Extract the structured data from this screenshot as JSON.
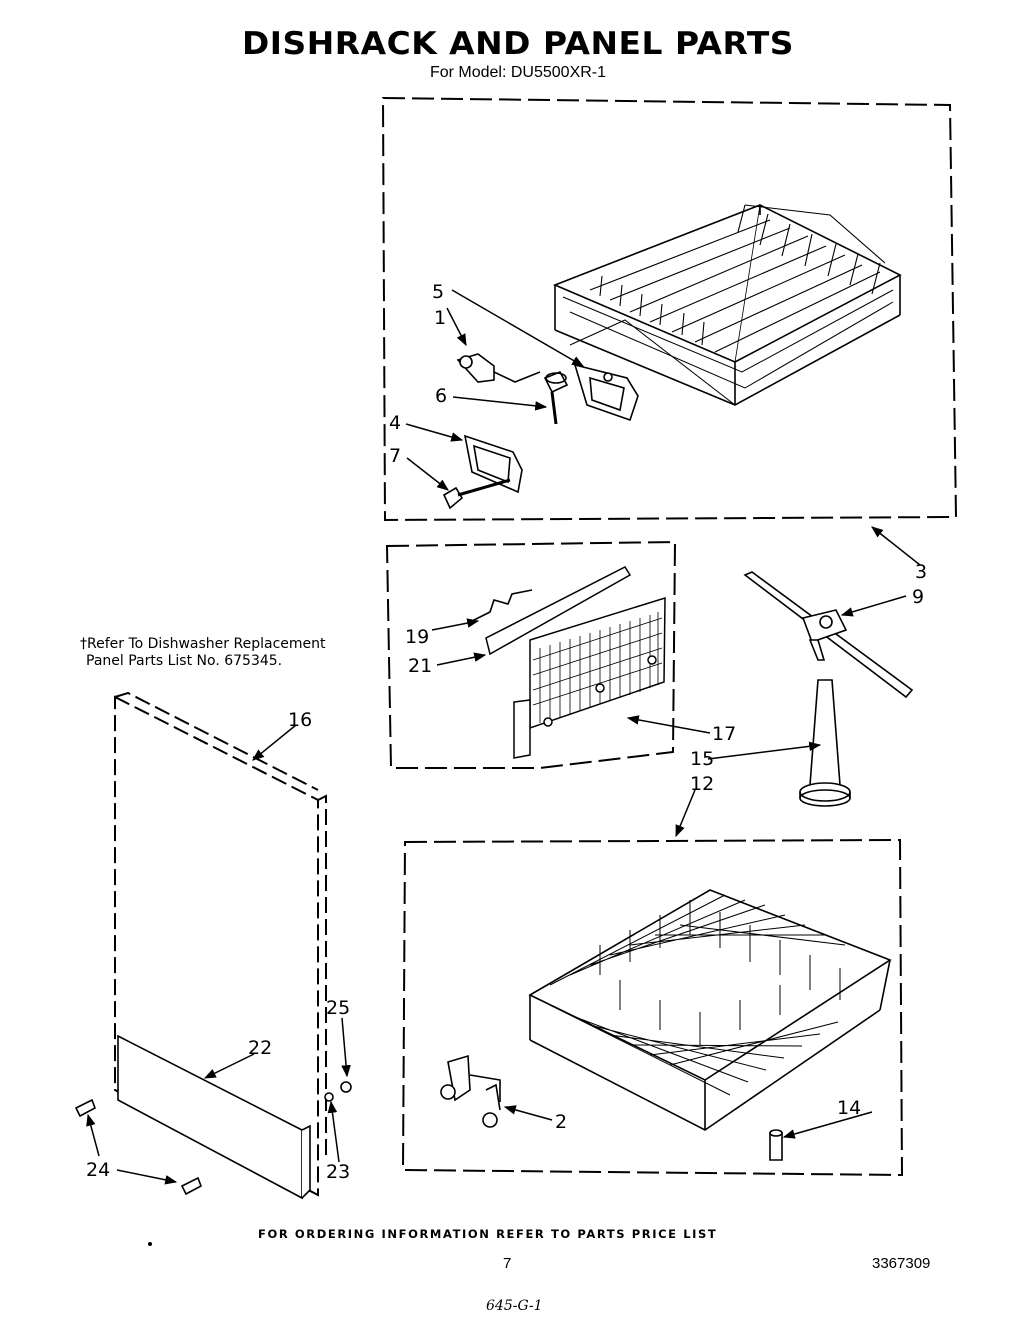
{
  "title": "DISHRACK AND PANEL PARTS",
  "subtitle": "For Model: DU5500XR-1",
  "note": {
    "line1": "†Refer To Dishwasher Replacement",
    "line2": "Panel Parts List No. 675345."
  },
  "callouts": {
    "c1": "1",
    "c2": "2",
    "c3": "3",
    "c4": "4",
    "c5": "5",
    "c6": "6",
    "c7": "7",
    "c9": "9",
    "c12": "12",
    "c14": "14",
    "c15": "15",
    "c16": "16",
    "c17": "17",
    "c19": "19",
    "c21": "21",
    "c22": "22",
    "c23": "23",
    "c24": "24",
    "c25": "25"
  },
  "footer": "FOR ORDERING INFORMATION REFER TO PARTS PRICE LIST",
  "page_number": "7",
  "document_number": "3367309",
  "handwritten": "645-G-1"
}
